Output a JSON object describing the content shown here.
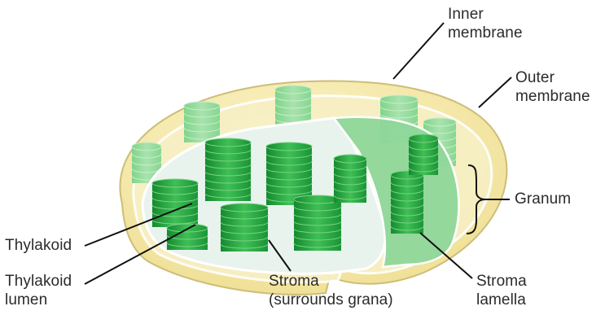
{
  "labels": {
    "inner_membrane": [
      "Inner",
      "membrane"
    ],
    "outer_membrane": [
      "Outer",
      "membrane"
    ],
    "granum": "Granum",
    "thylakoid": "Thylakoid",
    "thylakoid_lumen": [
      "Thylakoid",
      "lumen"
    ],
    "stroma": [
      "Stroma",
      "(surrounds grana)"
    ],
    "stroma_lamella": [
      "Stroma",
      "lamella"
    ]
  },
  "colors": {
    "outer_fill": "#f7eba6",
    "outer_edge": "#cfc07a",
    "stroma_fill": "#fbf6d8",
    "granum_dark": "#1f9a3a",
    "granum_light": "#5ec86a",
    "membrane_white": "#ffffff",
    "leader_line": "#111111"
  }
}
